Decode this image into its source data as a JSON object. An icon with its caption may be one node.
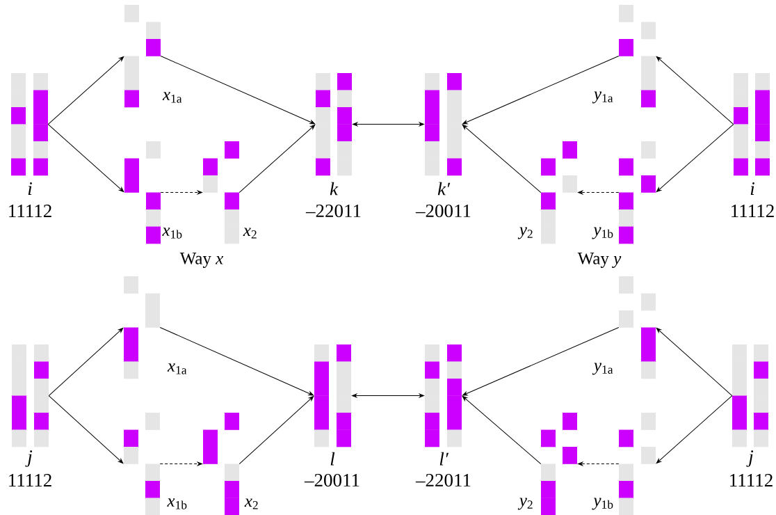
{
  "diagram": {
    "nodes": [
      {
        "text": [
          "i",
          "11112"
        ]
      },
      {
        "text": [
          "*x*$_{1a}$"
        ]
      },
      {
        "text": [
          "*x*$_{1b}$"
        ]
      },
      {
        "text": [
          "*x*$_{2}$"
        ]
      },
      {
        "text": [
          "k",
          "–22011"
        ]
      },
      {
        "text": [
          "k′",
          "–20011"
        ]
      },
      {
        "text": [
          "*y*$_{1a}$"
        ]
      },
      {
        "text": [
          "*y*$_{2}$"
        ]
      },
      {
        "text": [
          "*y*$_{1b}$"
        ]
      },
      {
        "text": [
          "i",
          "11112"
        ]
      },
      {
        "text": [
          "j",
          "11112"
        ]
      },
      {
        "text": [
          "*x*$_{1a}$"
        ]
      },
      {
        "text": [
          "*x*$_{1b}$"
        ]
      },
      {
        "text": [
          "*x*$_{2}$"
        ]
      },
      {
        "text": [
          "l",
          "–20011"
        ]
      },
      {
        "text": [
          "l′",
          "–22011"
        ]
      },
      {
        "text": [
          "*y*$_{1a}$"
        ]
      },
      {
        "text": [
          "*y*$_{2}$"
        ]
      },
      {
        "text": [
          "*y*$_{1b}$"
        ]
      },
      {
        "text": [
          "j",
          "11112"
        ]
      }
    ],
    "edges": [
      {
        "from": 0,
        "to": 1,
        "arrow": "to"
      },
      {
        "from": 0,
        "to": 2,
        "arrow": "to"
      },
      {
        "from": 1,
        "to": 4,
        "arrow": "to"
      },
      {
        "from": 2,
        "to": 3,
        "arrow": "to",
        "style": "dashed"
      },
      {
        "from": 3,
        "to": 4,
        "arrow": "to"
      },
      {
        "from": 4,
        "to": 5,
        "arrow": "both"
      },
      {
        "from": 9,
        "to": 6,
        "arrow": "to"
      },
      {
        "from": 9,
        "to": 8,
        "arrow": "to"
      },
      {
        "from": 6,
        "to": 5,
        "arrow": "to"
      },
      {
        "from": 8,
        "to": 7,
        "arrow": "to",
        "style": "dashed"
      },
      {
        "from": 7,
        "to": 5,
        "arrow": "to"
      },
      {
        "from": 10,
        "to": 11,
        "arrow": "to"
      },
      {
        "from": 10,
        "to": 12,
        "arrow": "to"
      },
      {
        "from": 11,
        "to": 14,
        "arrow": "to"
      },
      {
        "from": 12,
        "to": 13,
        "arrow": "to",
        "style": "dashed"
      },
      {
        "from": 13,
        "to": 14,
        "arrow": "to"
      },
      {
        "from": 14,
        "to": 15,
        "arrow": "both"
      },
      {
        "from": 19,
        "to": 16,
        "arrow": "to"
      },
      {
        "from": 19,
        "to": 18,
        "arrow": "to"
      },
      {
        "from": 16,
        "to": 15,
        "arrow": "to"
      },
      {
        "from": 18,
        "to": 17,
        "arrow": "to",
        "style": "dashed"
      },
      {
        "from": 17,
        "to": 15,
        "arrow": "to"
      }
    ],
    "labels": [
      "Way *x*",
      "Way *y*"
    ]
  }
}
